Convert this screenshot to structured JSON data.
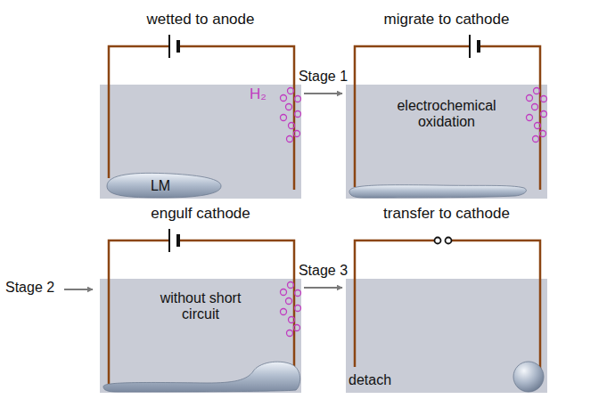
{
  "diagram": {
    "nodes": [
      {
        "text": [
          "wetted to anode",
          "H₂",
          "LM"
        ]
      },
      {
        "text": [
          "migrate to cathode",
          "electrochemical oxidation"
        ]
      },
      {
        "text": [
          "engulf cathode",
          "without short circuit"
        ]
      },
      {
        "text": [
          "transfer to cathode",
          "detach"
        ]
      }
    ],
    "edges": [
      {
        "from": 0,
        "to": 1,
        "label": "Stage 1",
        "arrow": "to"
      },
      {
        "from": 2,
        "to": 3,
        "label": "Stage 3",
        "arrow": "to"
      }
    ],
    "labels": [
      "Stage 2"
    ]
  }
}
